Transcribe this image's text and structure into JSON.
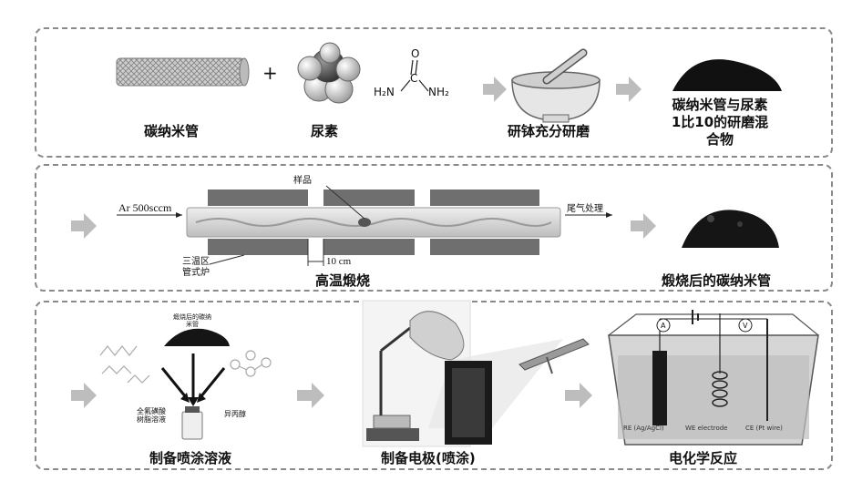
{
  "row1": {
    "cnt_label": "碳纳米管",
    "plus": "+",
    "urea_label": "尿素",
    "urea_formula": {
      "h2n": "H₂N",
      "c": "C",
      "o": "O",
      "nh2": "NH₂"
    },
    "mortar_label": "研钵充分研磨",
    "mix_label_lines": [
      "碳纳米管与尿素",
      "1比10的研磨混",
      "合物"
    ]
  },
  "row2": {
    "ar_flow": "Ar 500sccm",
    "sample": "样品",
    "exhaust": "尾气处理",
    "furnace_lines": [
      "三温区",
      "管式炉"
    ],
    "length": "10 cm",
    "process_label": "高温煅烧",
    "product_label": "煅烧后的碳纳米管"
  },
  "row3": {
    "calcined_cnt_lines": [
      "煅烧后的碳纳",
      "米管"
    ],
    "nafion_lines": [
      "全氟磺酸",
      "树脂溶液"
    ],
    "ipa": "异丙醇",
    "solution_label": "制备喷涂溶液",
    "electrode_label": "制备电极(喷涂)",
    "echem_label": "电化学反应",
    "cell_labels": [
      "RE (Ag/AgCl)",
      "WE electrode",
      "CE (Pt wire)"
    ],
    "meter_a": "A",
    "meter_v": "V"
  },
  "colors": {
    "border": "#8a8a8a",
    "arrow": "#bdbdbd",
    "dark": "#1a1a1a",
    "furnace": "#6f6f6f"
  }
}
